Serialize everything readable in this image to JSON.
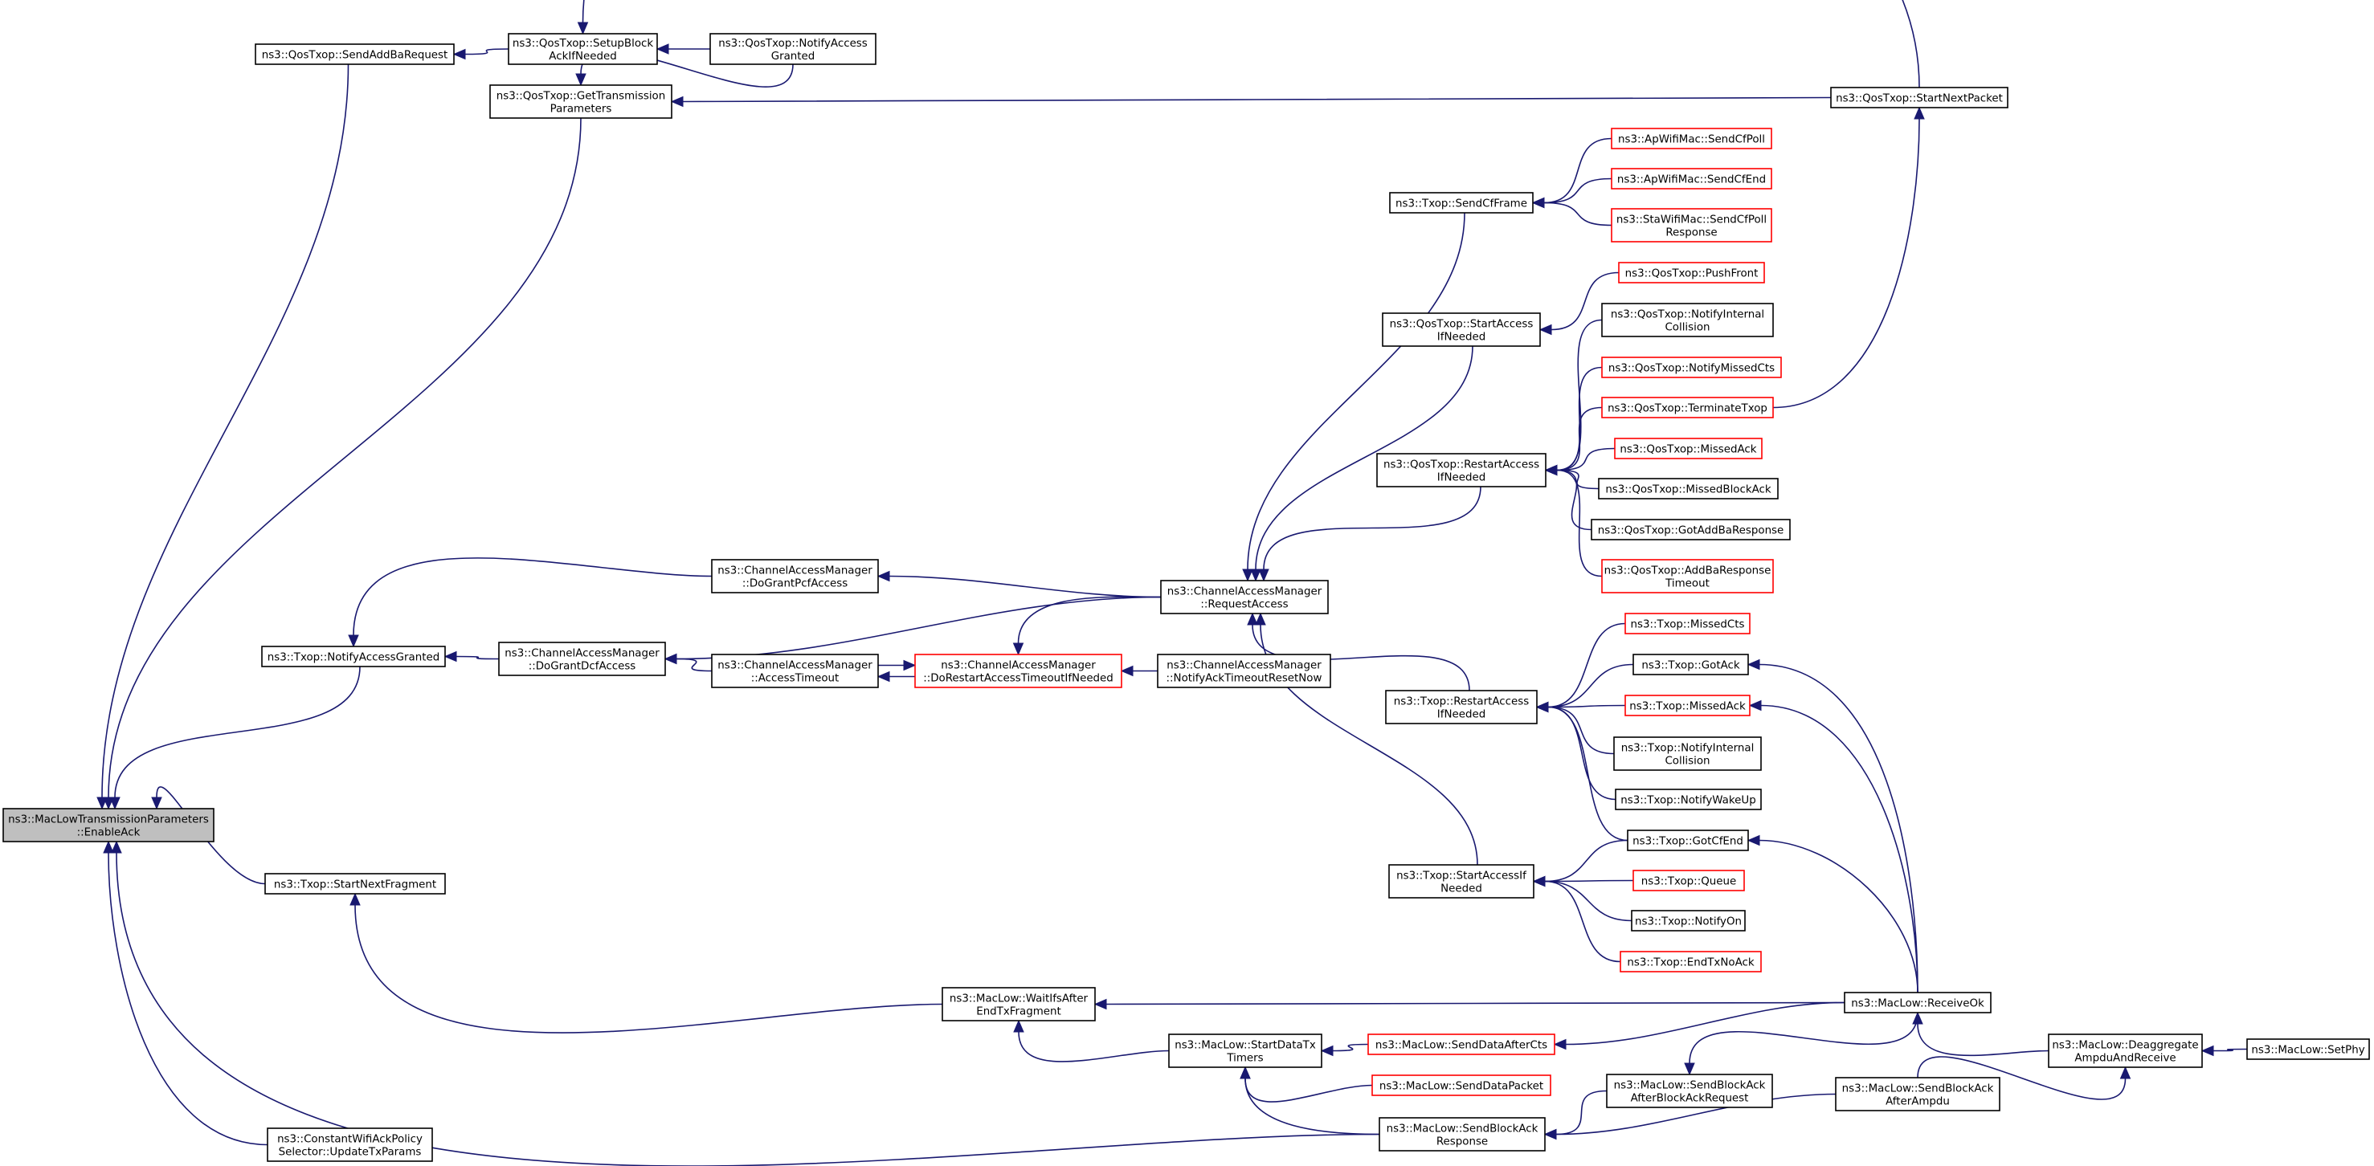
{
  "root_node": {
    "id": "root",
    "lines": [
      "ns3::MacLowTransmissionParameters",
      "::EnableAck"
    ]
  },
  "nodes": [
    {
      "id": "qos_sendaddba",
      "lines": [
        "ns3::QosTxop::SendAddBaRequest"
      ]
    },
    {
      "id": "qos_setupblock",
      "lines": [
        "ns3::QosTxop::SetupBlock",
        "AckIfNeeded"
      ]
    },
    {
      "id": "qos_notifyaccessgranted",
      "lines": [
        "ns3::QosTxop::NotifyAccess",
        "Granted"
      ]
    },
    {
      "id": "qos_gettxparams",
      "lines": [
        "ns3::QosTxop::GetTransmission",
        "Parameters"
      ]
    },
    {
      "id": "qos_startnextpacket",
      "lines": [
        "ns3::QosTxop::StartNextPacket"
      ]
    },
    {
      "id": "ap_sendcfpoll",
      "lines": [
        "ns3::ApWifiMac::SendCfPoll"
      ],
      "red": true
    },
    {
      "id": "ap_sendcfend",
      "lines": [
        "ns3::ApWifiMac::SendCfEnd"
      ],
      "red": true
    },
    {
      "id": "sta_sendcfpoll",
      "lines": [
        "ns3::StaWifiMac::SendCfPoll",
        "Response"
      ],
      "red": true
    },
    {
      "id": "txop_sendcfframe",
      "lines": [
        "ns3::Txop::SendCfFrame"
      ]
    },
    {
      "id": "qos_pushfront",
      "lines": [
        "ns3::QosTxop::PushFront"
      ],
      "red": true
    },
    {
      "id": "qos_startaccess",
      "lines": [
        "ns3::QosTxop::StartAccess",
        "IfNeeded"
      ]
    },
    {
      "id": "qos_notifyinternal",
      "lines": [
        "ns3::QosTxop::NotifyInternal",
        "Collision"
      ]
    },
    {
      "id": "qos_notifymissedcts",
      "lines": [
        "ns3::QosTxop::NotifyMissedCts"
      ],
      "red": true
    },
    {
      "id": "qos_terminatetxop",
      "lines": [
        "ns3::QosTxop::TerminateTxop"
      ],
      "red": true
    },
    {
      "id": "qos_restartaccess",
      "lines": [
        "ns3::QosTxop::RestartAccess",
        "IfNeeded"
      ]
    },
    {
      "id": "qos_missedack",
      "lines": [
        "ns3::QosTxop::MissedAck"
      ],
      "red": true
    },
    {
      "id": "qos_missedblockack",
      "lines": [
        "ns3::QosTxop::MissedBlockAck"
      ]
    },
    {
      "id": "qos_gotaddbaresponse",
      "lines": [
        "ns3::QosTxop::GotAddBaResponse"
      ]
    },
    {
      "id": "qos_addbaresponsetimeout",
      "lines": [
        "ns3::QosTxop::AddBaResponse",
        "Timeout"
      ],
      "red": true
    },
    {
      "id": "cam_dograntpcf",
      "lines": [
        "ns3::ChannelAccessManager",
        "::DoGrantPcfAccess"
      ]
    },
    {
      "id": "cam_requestaccess",
      "lines": [
        "ns3::ChannelAccessManager",
        "::RequestAccess"
      ]
    },
    {
      "id": "txop_notifyaccessgranted",
      "lines": [
        "ns3::Txop::NotifyAccessGranted"
      ]
    },
    {
      "id": "cam_dograntdcf",
      "lines": [
        "ns3::ChannelAccessManager",
        "::DoGrantDcfAccess"
      ]
    },
    {
      "id": "cam_accesstimeout",
      "lines": [
        "ns3::ChannelAccessManager",
        "::AccessTimeout"
      ]
    },
    {
      "id": "cam_dorestart",
      "lines": [
        "ns3::ChannelAccessManager",
        "::DoRestartAccessTimeoutIfNeeded"
      ],
      "red": true
    },
    {
      "id": "cam_notifyack",
      "lines": [
        "ns3::ChannelAccessManager",
        "::NotifyAckTimeoutResetNow"
      ]
    },
    {
      "id": "txop_missedcts",
      "lines": [
        "ns3::Txop::MissedCts"
      ],
      "red": true
    },
    {
      "id": "txop_gotack",
      "lines": [
        "ns3::Txop::GotAck"
      ]
    },
    {
      "id": "txop_restartaccess",
      "lines": [
        "ns3::Txop::RestartAccess",
        "IfNeeded"
      ]
    },
    {
      "id": "txop_missedack",
      "lines": [
        "ns3::Txop::MissedAck"
      ],
      "red": true
    },
    {
      "id": "txop_notifyinternal",
      "lines": [
        "ns3::Txop::NotifyInternal",
        "Collision"
      ]
    },
    {
      "id": "txop_notifywakeup",
      "lines": [
        "ns3::Txop::NotifyWakeUp"
      ]
    },
    {
      "id": "txop_gotcfend",
      "lines": [
        "ns3::Txop::GotCfEnd"
      ]
    },
    {
      "id": "txop_startnextfragment",
      "lines": [
        "ns3::Txop::StartNextFragment"
      ]
    },
    {
      "id": "txop_startaccessif",
      "lines": [
        "ns3::Txop::StartAccessIf",
        "Needed"
      ]
    },
    {
      "id": "txop_queue",
      "lines": [
        "ns3::Txop::Queue"
      ],
      "red": true
    },
    {
      "id": "txop_notifyon",
      "lines": [
        "ns3::Txop::NotifyOn"
      ]
    },
    {
      "id": "txop_endtxnoack",
      "lines": [
        "ns3::Txop::EndTxNoAck"
      ],
      "red": true
    },
    {
      "id": "maclow_waitifs",
      "lines": [
        "ns3::MacLow::WaitIfsAfter",
        "EndTxFragment"
      ]
    },
    {
      "id": "maclow_receiveok",
      "lines": [
        "ns3::MacLow::ReceiveOk"
      ]
    },
    {
      "id": "maclow_startdatatx",
      "lines": [
        "ns3::MacLow::StartDataTx",
        "Timers"
      ]
    },
    {
      "id": "maclow_senddataaftercts",
      "lines": [
        "ns3::MacLow::SendDataAfterCts"
      ],
      "red": true
    },
    {
      "id": "maclow_deaggregate",
      "lines": [
        "ns3::MacLow::Deaggregate",
        "AmpduAndReceive"
      ]
    },
    {
      "id": "maclow_setphy",
      "lines": [
        "ns3::MacLow::SetPhy"
      ]
    },
    {
      "id": "maclow_senddatapacket",
      "lines": [
        "ns3::MacLow::SendDataPacket"
      ],
      "red": true
    },
    {
      "id": "maclow_sendblockackafterbar",
      "lines": [
        "ns3::MacLow::SendBlockAck",
        "AfterBlockAckRequest"
      ]
    },
    {
      "id": "maclow_sendblockackafterampdu",
      "lines": [
        "ns3::MacLow::SendBlockAck",
        "AfterAmpdu"
      ]
    },
    {
      "id": "maclow_sendblockackresponse",
      "lines": [
        "ns3::MacLow::SendBlockAck",
        "Response"
      ]
    },
    {
      "id": "constantwifiack",
      "lines": [
        "ns3::ConstantWifiAckPolicy",
        "Selector::UpdateTxParams"
      ]
    }
  ],
  "edges": [
    [
      "qos_sendaddba",
      "root"
    ],
    [
      "qos_gettxparams",
      "root"
    ],
    [
      "txop_notifyaccessgranted",
      "root"
    ],
    [
      "txop_startnextfragment",
      "root"
    ],
    [
      "maclow_sendblockackresponse",
      "root"
    ],
    [
      "constantwifiack",
      "root"
    ],
    [
      "qos_setupblock",
      "qos_sendaddba"
    ],
    [
      "qos_notifyaccessgranted",
      "qos_setupblock"
    ],
    [
      "qos_startnextpacket",
      "qos_setupblock"
    ],
    [
      "qos_notifyaccessgranted",
      "qos_gettxparams"
    ],
    [
      "qos_startnextpacket",
      "qos_gettxparams"
    ],
    [
      "qos_terminatetxop",
      "qos_startnextpacket"
    ],
    [
      "cam_dograntpcf",
      "txop_notifyaccessgranted"
    ],
    [
      "cam_dograntdcf",
      "txop_notifyaccessgranted"
    ],
    [
      "cam_requestaccess",
      "cam_dograntpcf"
    ],
    [
      "cam_requestaccess",
      "cam_dograntdcf"
    ],
    [
      "cam_accesstimeout",
      "cam_dograntdcf"
    ],
    [
      "cam_dorestart",
      "cam_accesstimeout"
    ],
    [
      "cam_accesstimeout",
      "cam_dorestart"
    ],
    [
      "cam_requestaccess",
      "cam_dorestart"
    ],
    [
      "cam_notifyack",
      "cam_dorestart"
    ],
    [
      "txop_sendcfframe",
      "cam_requestaccess"
    ],
    [
      "qos_startaccess",
      "cam_requestaccess"
    ],
    [
      "qos_restartaccess",
      "cam_requestaccess"
    ],
    [
      "txop_restartaccess",
      "cam_requestaccess"
    ],
    [
      "txop_startaccessif",
      "cam_requestaccess"
    ],
    [
      "ap_sendcfpoll",
      "txop_sendcfframe"
    ],
    [
      "ap_sendcfend",
      "txop_sendcfframe"
    ],
    [
      "sta_sendcfpoll",
      "txop_sendcfframe"
    ],
    [
      "qos_pushfront",
      "qos_startaccess"
    ],
    [
      "qos_notifyinternal",
      "qos_restartaccess"
    ],
    [
      "qos_notifymissedcts",
      "qos_restartaccess"
    ],
    [
      "qos_terminatetxop",
      "qos_restartaccess"
    ],
    [
      "qos_missedack",
      "qos_restartaccess"
    ],
    [
      "qos_missedblockack",
      "qos_restartaccess"
    ],
    [
      "qos_gotaddbaresponse",
      "qos_restartaccess"
    ],
    [
      "qos_addbaresponsetimeout",
      "qos_restartaccess"
    ],
    [
      "txop_missedcts",
      "txop_restartaccess"
    ],
    [
      "txop_gotack",
      "txop_restartaccess"
    ],
    [
      "txop_missedack",
      "txop_restartaccess"
    ],
    [
      "txop_notifyinternal",
      "txop_restartaccess"
    ],
    [
      "txop_notifywakeup",
      "txop_restartaccess"
    ],
    [
      "txop_gotcfend",
      "txop_restartaccess"
    ],
    [
      "txop_gotcfend",
      "txop_startaccessif"
    ],
    [
      "txop_queue",
      "txop_startaccessif"
    ],
    [
      "txop_notifyon",
      "txop_startaccessif"
    ],
    [
      "txop_endtxnoack",
      "txop_startaccessif"
    ],
    [
      "maclow_receiveok",
      "txop_gotack"
    ],
    [
      "maclow_receiveok",
      "txop_missedack"
    ],
    [
      "maclow_receiveok",
      "txop_gotcfend"
    ],
    [
      "maclow_waitifs",
      "txop_startnextfragment"
    ],
    [
      "maclow_receiveok",
      "maclow_waitifs"
    ],
    [
      "maclow_startdatatx",
      "maclow_waitifs"
    ],
    [
      "maclow_senddataaftercts",
      "maclow_startdatatx"
    ],
    [
      "maclow_senddatapacket",
      "maclow_startdatatx"
    ],
    [
      "maclow_sendblockackresponse",
      "maclow_startdatatx"
    ],
    [
      "maclow_receiveok",
      "maclow_senddataaftercts"
    ],
    [
      "maclow_deaggregate",
      "maclow_receiveok"
    ],
    [
      "maclow_setphy",
      "maclow_deaggregate"
    ],
    [
      "maclow_sendblockackafterampdu",
      "maclow_deaggregate"
    ],
    [
      "maclow_receiveok",
      "maclow_sendblockackafterbar"
    ],
    [
      "maclow_sendblockackafterbar",
      "maclow_sendblockackresponse"
    ],
    [
      "maclow_sendblockackafterampdu",
      "maclow_sendblockackresponse"
    ]
  ],
  "colors": {
    "edge": "#191970",
    "node_border": "#000000",
    "node_border_highlight": "#ff0000",
    "root_fill": "#bfbfbf"
  }
}
